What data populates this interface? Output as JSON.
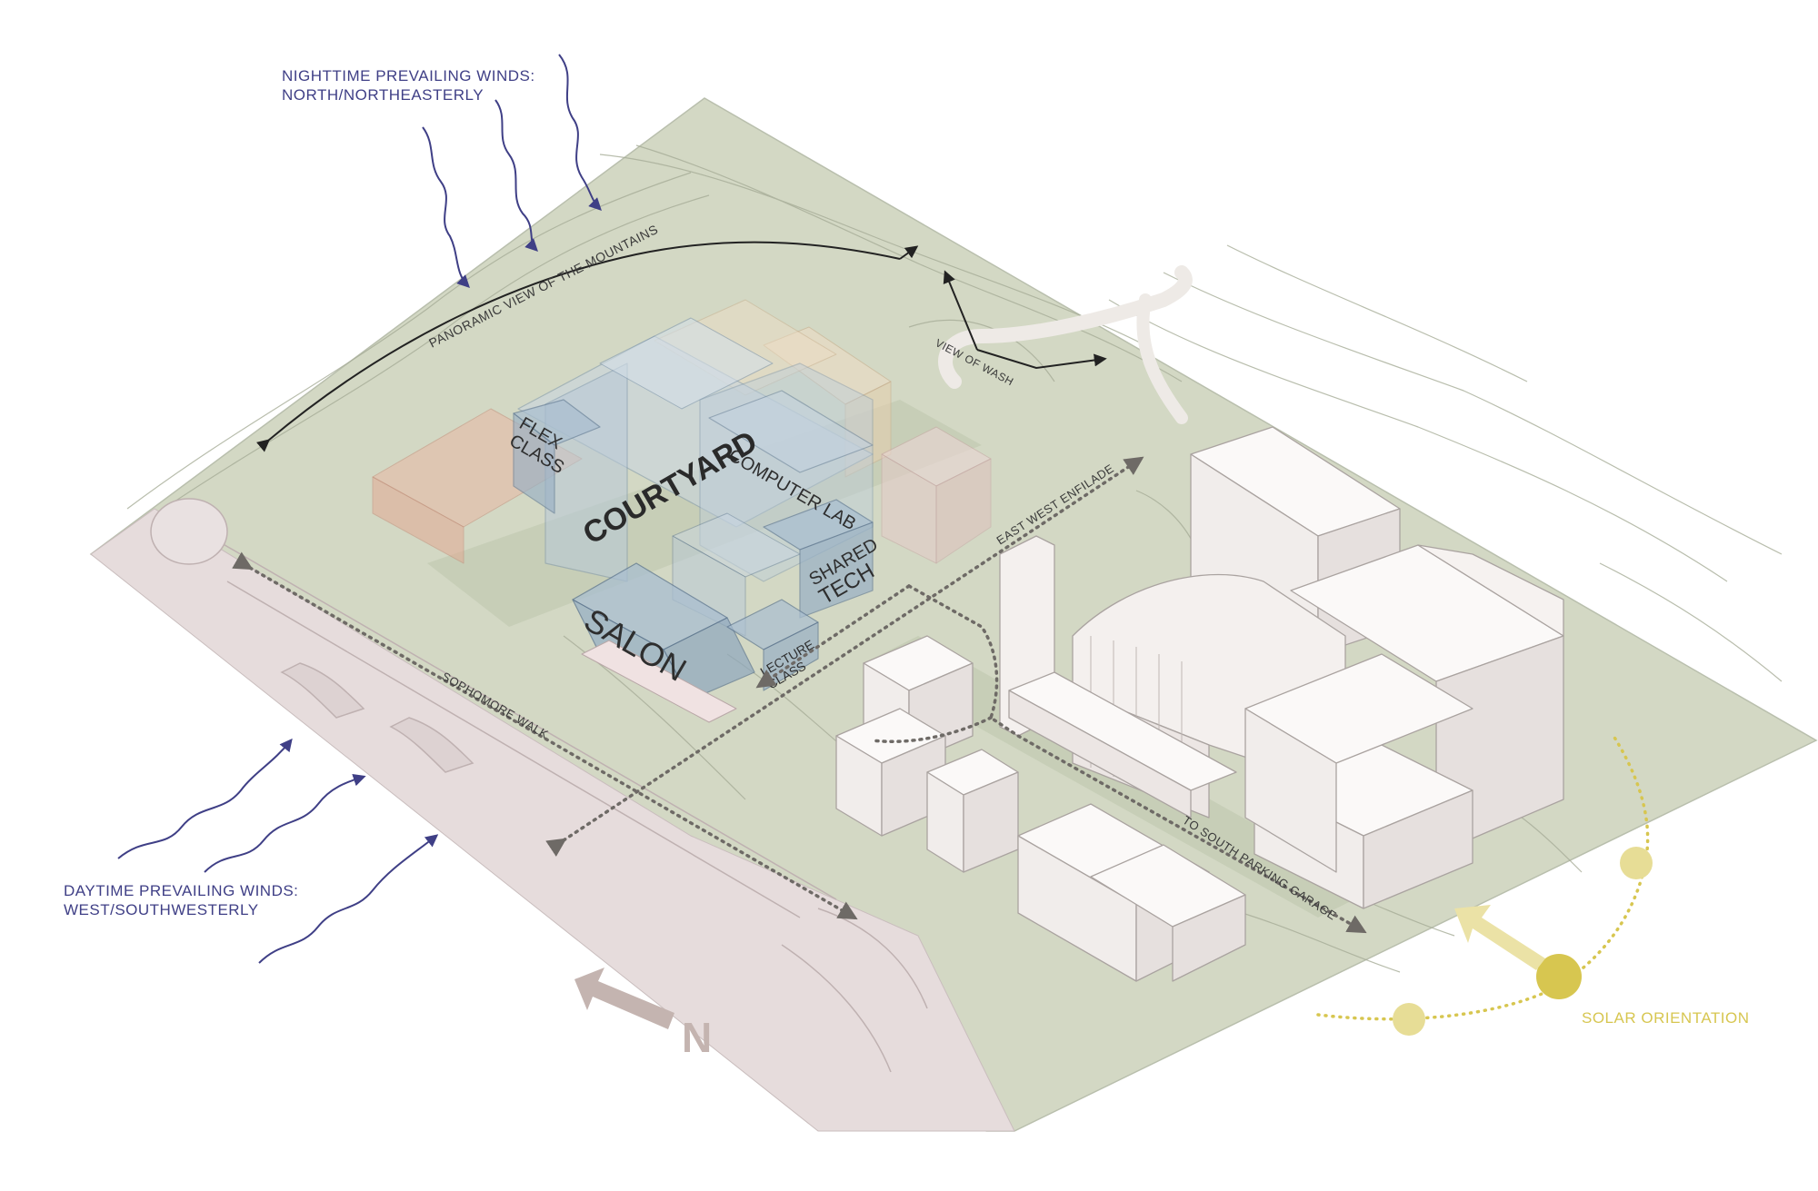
{
  "annotations": {
    "night_winds": [
      "NIGHTTIME PREVAILING WINDS:",
      "NORTH/NORTHEASTERLY"
    ],
    "day_winds": [
      "DAYTIME PREVAILING WINDS:",
      "WEST/SOUTHWESTERLY"
    ],
    "panoramic_view": "PANORAMIC VIEW OF THE MOUNTAINS",
    "view_of_wash": "VIEW OF WASH",
    "east_west_enfilade": "EAST WEST ENFILADE",
    "sophomore_walk": "SOPHOMORE WALK",
    "south_parking": "TO SOUTH PARKING GARAGE",
    "solar_orientation": "SOLAR ORIENTATION",
    "north": "N"
  },
  "programs": {
    "flex_class": [
      "FLEX",
      "CLASS"
    ],
    "computer_lab": "COMPUTER LAB",
    "courtyard": "COURTYARD",
    "shared_tech": [
      "SHARED",
      "TECH"
    ],
    "salon": "SALON",
    "lecture_class": [
      "LECTURE",
      "CLASS"
    ]
  },
  "colors": {
    "site_green": "#d3d8c4",
    "road_pink": "#e6dcdc",
    "wind_blue": "#3f3f86",
    "solar_yellow": "#d7c650",
    "north_arrow": "#c4b4b0",
    "path_dots": "#6e6a66",
    "building_white": "#f6f3f2",
    "block_blue": "#a9bed0",
    "block_orange": "#e8b9a4",
    "block_peach": "#ecdcc4"
  },
  "icons": [
    "wind-arrow-icon",
    "north-arrow-icon",
    "sun-icon",
    "view-arrow-icon"
  ]
}
